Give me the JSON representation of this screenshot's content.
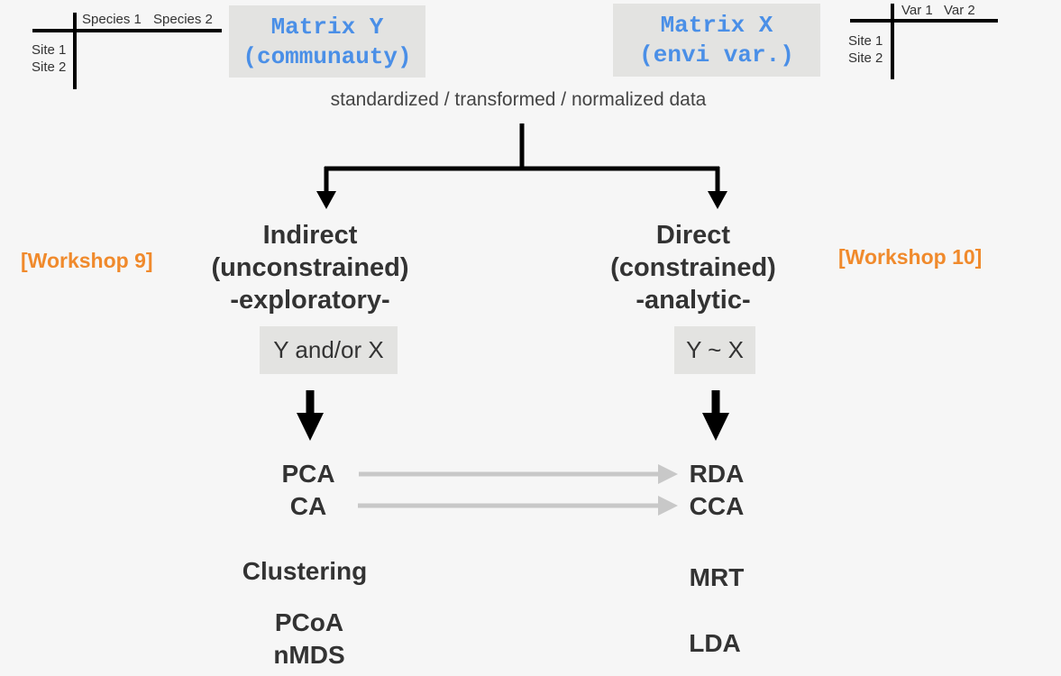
{
  "matrix_y": {
    "title_line1": "Matrix Y",
    "title_line2": "(communauty)",
    "col1": "Species 1",
    "col2": "Species 2",
    "row1": "Site 1",
    "row2": "Site 2"
  },
  "matrix_x": {
    "title_line1": "Matrix X",
    "title_line2": "(envi var.)",
    "col1": "Var 1",
    "col2": "Var 2",
    "row1": "Site 1",
    "row2": "Site 2"
  },
  "subtitle": "standardized / transformed / normalized data",
  "left": {
    "workshop": "[Workshop 9]",
    "head1": "Indirect",
    "head2": "(unconstrained)",
    "head3": "-exploratory-",
    "condition": "Y and/or X",
    "methods": {
      "m1": "PCA",
      "m2": "CA",
      "m3": "Clustering",
      "m4": "PCoA",
      "m5": "nMDS"
    }
  },
  "right": {
    "workshop": "[Workshop 10]",
    "head1": "Direct",
    "head2": "(constrained)",
    "head3": "-analytic-",
    "condition": "Y ~ X",
    "methods": {
      "m1": "RDA",
      "m2": "CCA",
      "m3": "MRT",
      "m4": "LDA"
    }
  },
  "colors": {
    "title_blue": "#4a8fe7",
    "workshop_orange": "#f08a2c",
    "text": "#333333",
    "box": "#e3e3e1",
    "connector": "#c8c8c8"
  }
}
